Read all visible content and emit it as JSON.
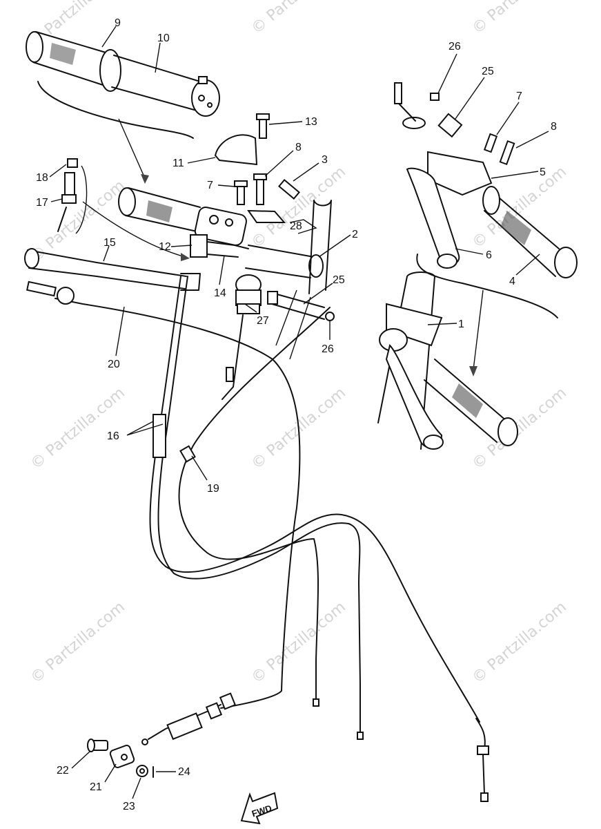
{
  "watermark": "© Partzilla.com",
  "direction_label": "FWD",
  "callouts": [
    {
      "id": "c9",
      "text": "9"
    },
    {
      "id": "c10",
      "text": "10"
    },
    {
      "id": "c13",
      "text": "13"
    },
    {
      "id": "c11",
      "text": "11"
    },
    {
      "id": "c8a",
      "text": "8"
    },
    {
      "id": "c3",
      "text": "3"
    },
    {
      "id": "c7a",
      "text": "7"
    },
    {
      "id": "c18",
      "text": "18"
    },
    {
      "id": "c17",
      "text": "17"
    },
    {
      "id": "c28",
      "text": "28"
    },
    {
      "id": "c2",
      "text": "2"
    },
    {
      "id": "c15",
      "text": "15"
    },
    {
      "id": "c12",
      "text": "12"
    },
    {
      "id": "c14",
      "text": "14"
    },
    {
      "id": "c25a",
      "text": "25"
    },
    {
      "id": "c27",
      "text": "27"
    },
    {
      "id": "c26a",
      "text": "26"
    },
    {
      "id": "c20",
      "text": "20"
    },
    {
      "id": "c16",
      "text": "16"
    },
    {
      "id": "c19",
      "text": "19"
    },
    {
      "id": "c26b",
      "text": "26"
    },
    {
      "id": "c25b",
      "text": "25"
    },
    {
      "id": "c7b",
      "text": "7"
    },
    {
      "id": "c8b",
      "text": "8"
    },
    {
      "id": "c5",
      "text": "5"
    },
    {
      "id": "c6",
      "text": "6"
    },
    {
      "id": "c4",
      "text": "4"
    },
    {
      "id": "c1",
      "text": "1"
    },
    {
      "id": "c22",
      "text": "22"
    },
    {
      "id": "c21",
      "text": "21"
    },
    {
      "id": "c23",
      "text": "23"
    },
    {
      "id": "c24",
      "text": "24"
    }
  ]
}
